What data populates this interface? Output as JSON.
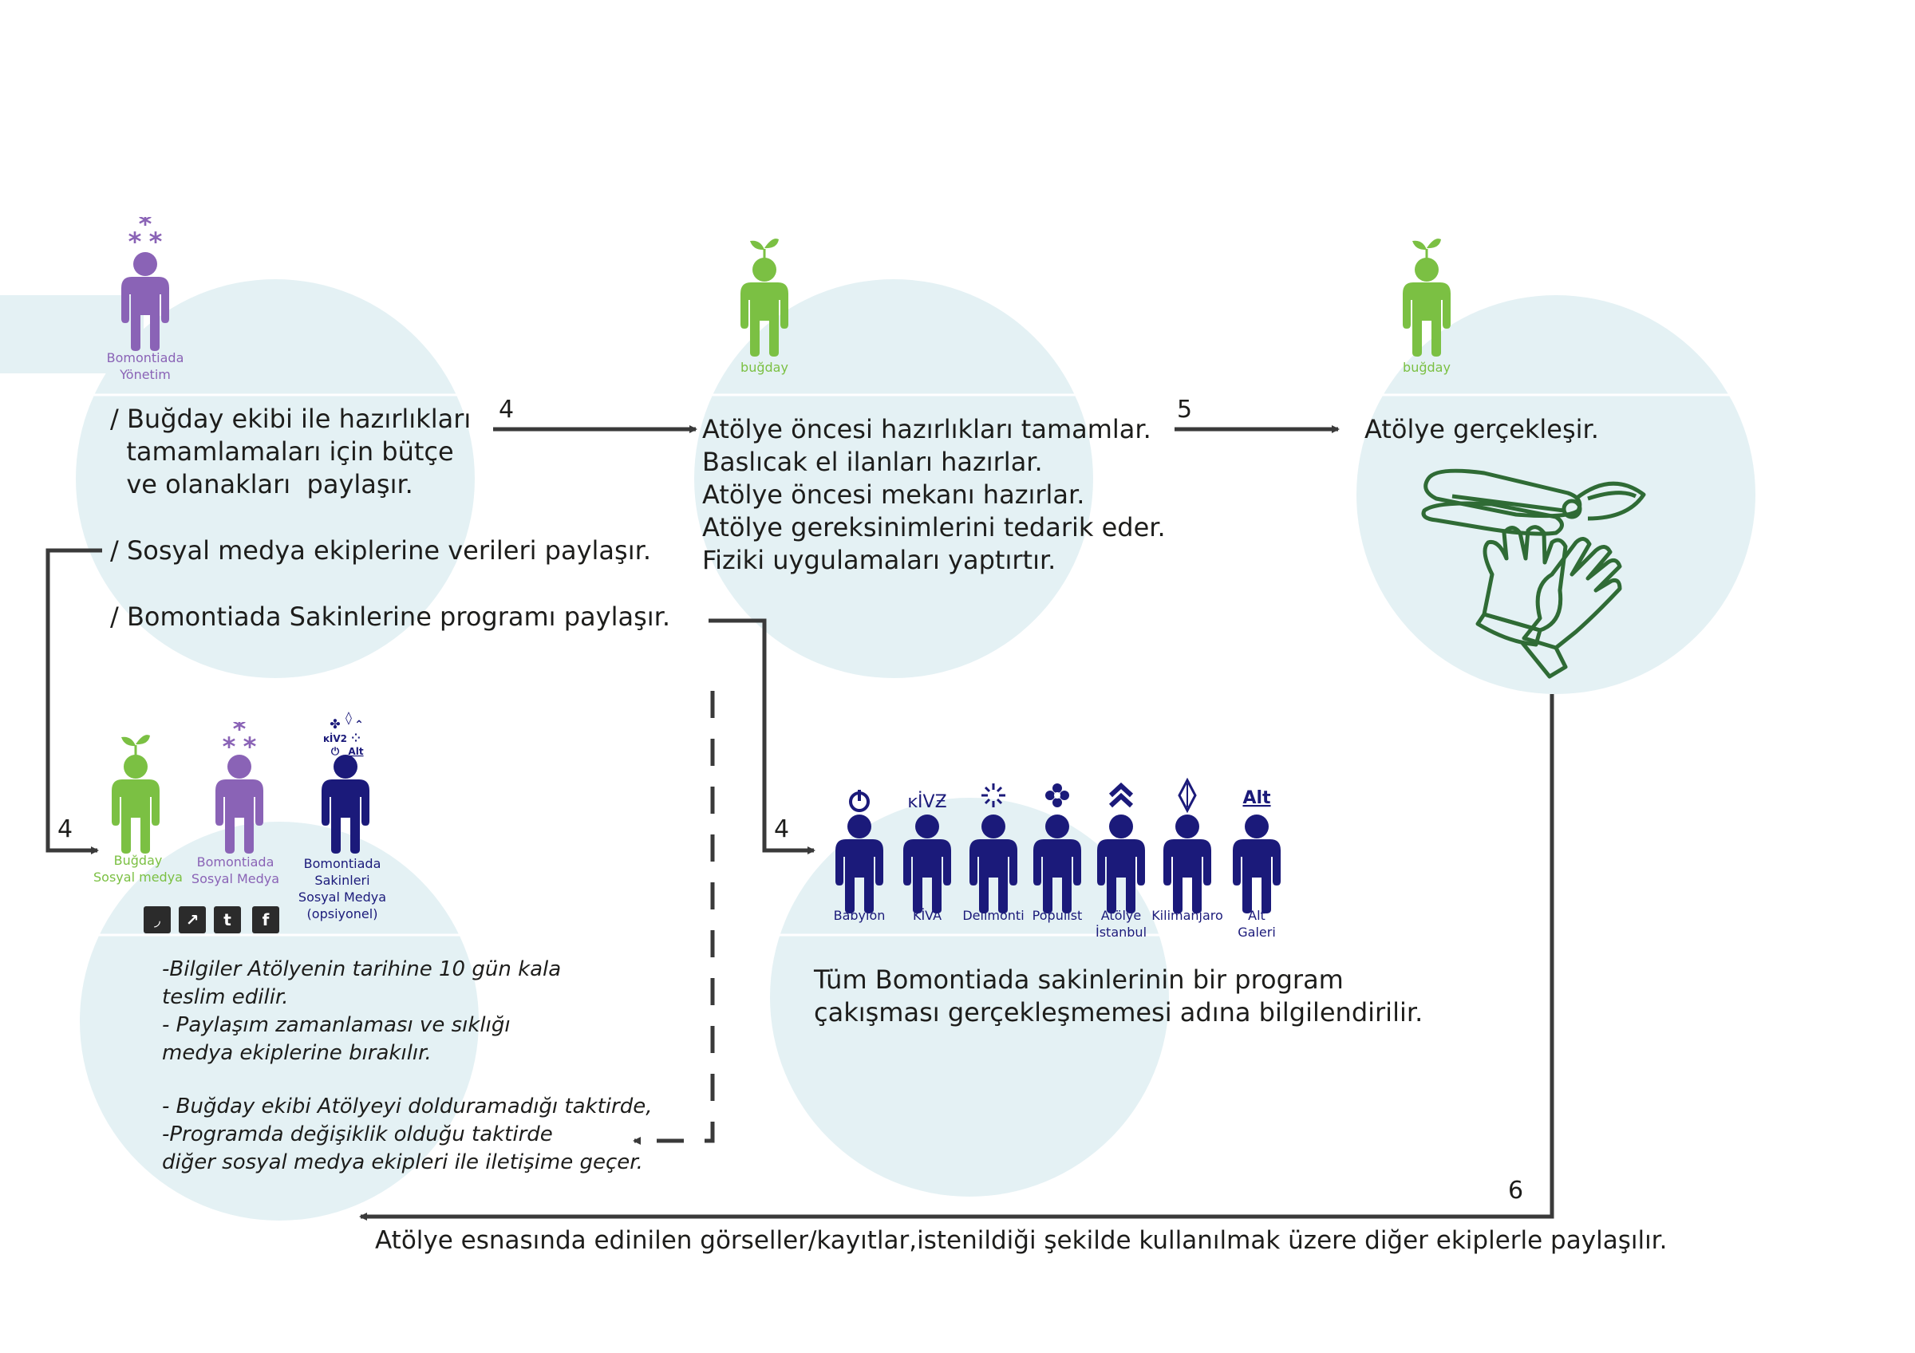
{
  "colors": {
    "bubble": "#e4f1f4",
    "green": "#7bc043",
    "purple": "#8a63b6",
    "navy": "#1b1a7a",
    "arrow": "#3a3a3a",
    "tool": "#2f6b35"
  },
  "management": {
    "person_label": "Bomontiada\nYönetim",
    "line1": "/ Buğday ekibi ile hazırlıkları\n  tamamlamaları için bütçe\n  ve olanakları  paylaşır.",
    "line2": "/ Sosyal medya ekiplerine verileri paylaşır.",
    "line3": "/ Bomontiada Sakinlerine programı paylaşır."
  },
  "prep": {
    "person_label": "buğday",
    "text": "Atölye öncesi hazırlıkları tamamlar.\nBaslıcak el ilanları hazırlar.\nAtölye öncesi mekanı hazırlar.\nAtölye gereksinimlerini tedarik eder.\nFiziki uygulamaları yaptırtır."
  },
  "workshop": {
    "person_label": "buğday",
    "text": "Atölye gerçekleşir.",
    "tools": [
      "pruning-shears-icon",
      "gardening-gloves-icon"
    ]
  },
  "social": {
    "persons": [
      {
        "label": "Buğday\nSosyal medya",
        "color": "green"
      },
      {
        "label": "Bomontiada\nSosyal Medya",
        "color": "purple"
      },
      {
        "label": "Bomontiada\nSakinleri\nSosyal Medya\n(opsiyonel)",
        "color": "navy"
      }
    ],
    "icons": [
      "rss-icon",
      "twitter-icon",
      "tumblr-icon",
      "facebook-icon"
    ],
    "icon_glyphs": [
      "◞",
      "↗",
      "t",
      "f"
    ],
    "text1": "-Bilgiler Atölyenin tarihine 10 gün kala\nteslim edilir.\n- Paylaşım zamanlaması ve sıklığı\nmedya ekiplerine bırakılır.",
    "text2": "- Buğday ekibi Atölyeyi dolduramadığı taktirde,\n-Programda değişiklik olduğu taktirde\ndiğer sosyal medya ekipleri ile iletişime geçer."
  },
  "residents": {
    "persons": [
      {
        "label": "Babylon",
        "head_icon": "power-icon"
      },
      {
        "label": "KİVA",
        "head_icon": "kiva-logo-icon"
      },
      {
        "label": "Delimonti",
        "head_icon": "sunburst-icon"
      },
      {
        "label": "Populist",
        "head_icon": "clover-icon"
      },
      {
        "label": "Atölye\nİstanbul",
        "head_icon": "chevrons-up-icon"
      },
      {
        "label": "Kilimanjaro",
        "head_icon": "diamond-icon"
      },
      {
        "label": "Alt\nGaleri",
        "head_icon": "alt-logo-icon",
        "head_text": "Alt"
      }
    ],
    "text": "Tüm Bomontiada sakinlerinin bir program\nçakışması gerçekleşmemesi adına bilgilendirilir."
  },
  "arrows": {
    "to_prep": "4",
    "to_workshop": "5",
    "to_social": "4",
    "to_residents": "4",
    "back": "6"
  },
  "footer": "Atölye esnasında edinilen görseller/kayıtlar,istenildiği şekilde kullanılmak üzere diğer ekiplerle paylaşılır."
}
